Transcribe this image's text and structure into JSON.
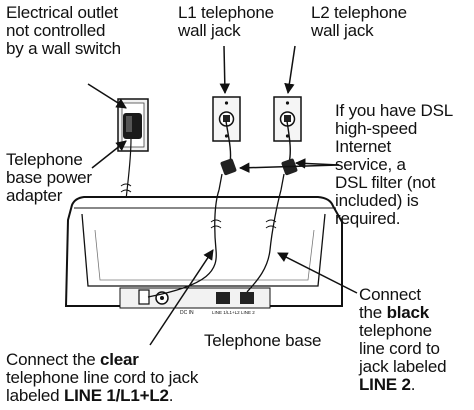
{
  "labels": {
    "outlet": [
      "Electrical outlet",
      "not controlled",
      "by a wall switch"
    ],
    "l1_jack": [
      "L1 telephone",
      "wall jack"
    ],
    "l2_jack": [
      "L2 telephone",
      "wall jack"
    ],
    "dsl": [
      "If you have DSL",
      "high-speed",
      "Internet",
      "service, a",
      "DSL filter (not",
      "included) is",
      "required."
    ],
    "adapter": [
      "Telephone",
      "base power",
      "adapter"
    ],
    "black_cord": {
      "line1": "Connect",
      "line2_pre": "the ",
      "line2_bold": "black",
      "line3": "telephone",
      "line4": "line cord to",
      "line5": "jack labeled",
      "line6_bold": "LINE 2",
      "line6_post": "."
    },
    "base": "Telephone base",
    "clear_cord": {
      "line1_pre": "Connect the ",
      "line1_bold": "clear",
      "line2": "telephone line cord to jack",
      "line3_pre": "labeled ",
      "line3_bold": "LINE 1/L1+L2",
      "line3_post": "."
    }
  },
  "jack_labels": {
    "left": "LINE 1/L1+L2",
    "right": "LINE 2",
    "dc": "DC IN"
  }
}
